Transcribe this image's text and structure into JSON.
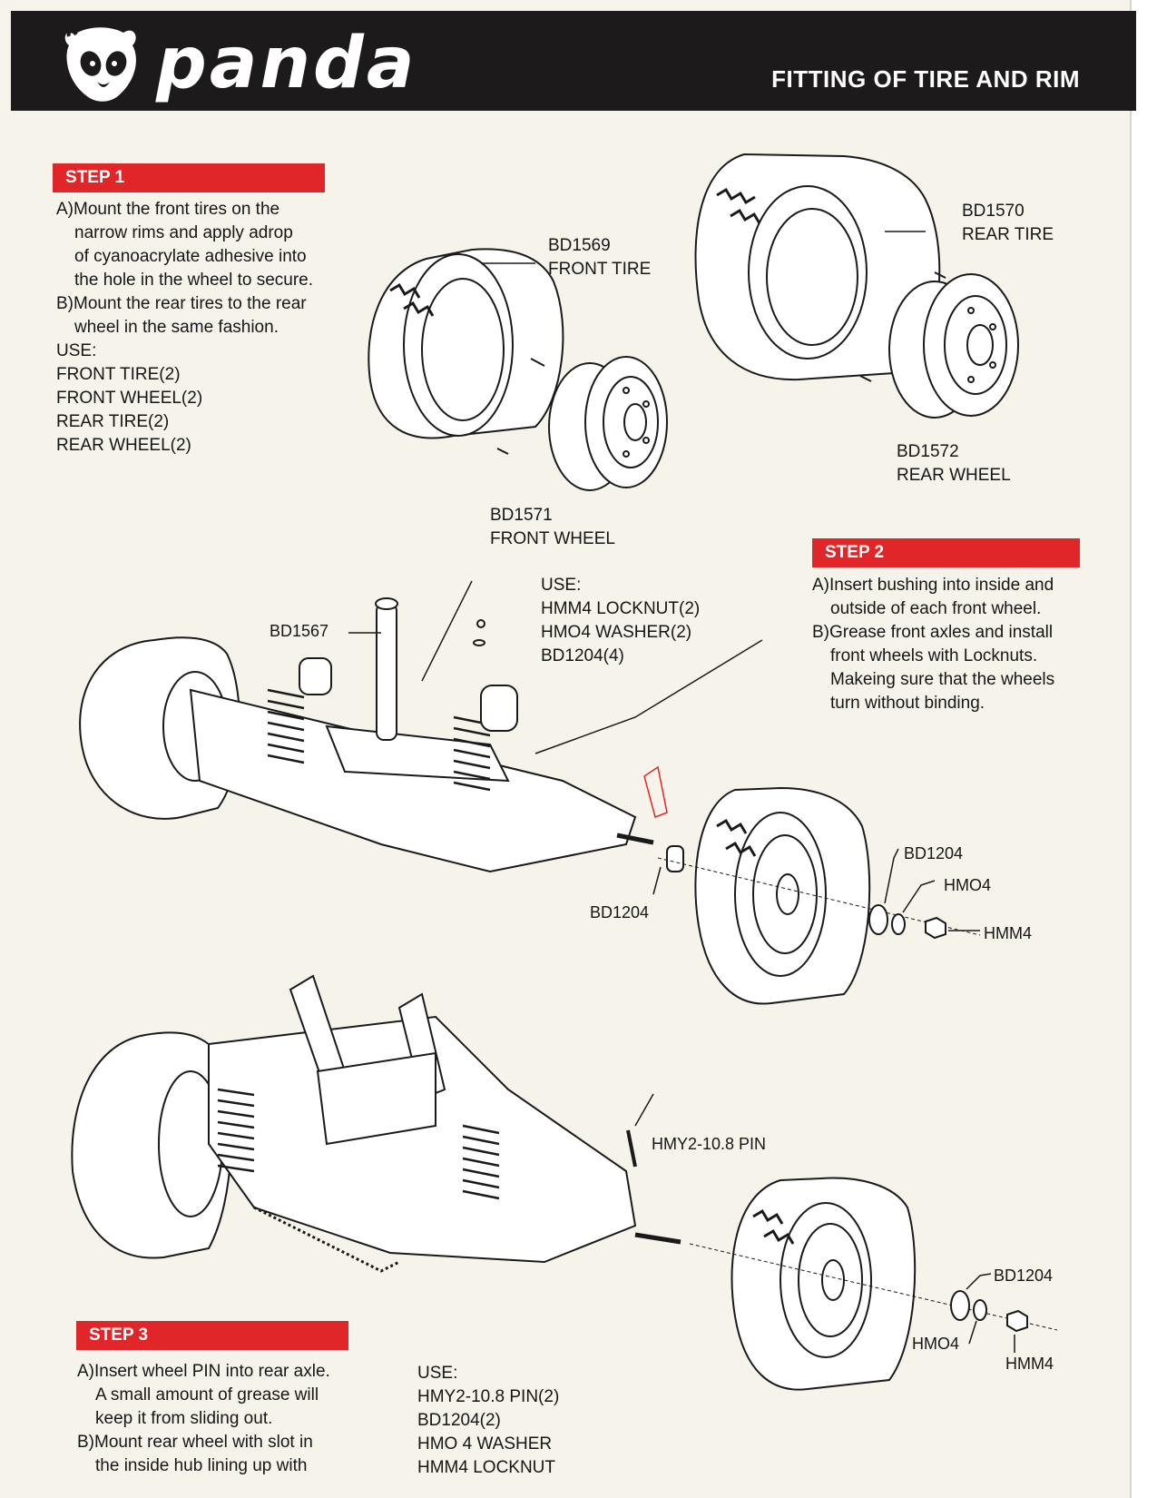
{
  "header": {
    "brand": "panda",
    "title": "FITTING OF TIRE AND RIM"
  },
  "step1": {
    "heading": "STEP 1",
    "lines": [
      "A)Mount  the  front  tires  on  the",
      "narrow rims and apply adrop",
      "of cyanoacrylate adhesive into",
      "the hole in the wheel to secure.",
      "B)Mount the rear tires to the rear",
      "wheel in the same fashion.",
      "USE:",
      "FRONT TIRE(2)",
      "FRONT WHEEL(2)",
      "REAR TIRE(2)",
      "REAR WHEEL(2)"
    ],
    "parts": {
      "front_tire_code": "BD1569",
      "front_tire_name": "FRONT TIRE",
      "front_wheel_code": "BD1571",
      "front_wheel_name": "FRONT WHEEL",
      "rear_tire_code": "BD1570",
      "rear_tire_name": "REAR TIRE",
      "rear_wheel_code": "BD1572",
      "rear_wheel_name": "REAR  WHEEL"
    }
  },
  "step2": {
    "heading": "STEP 2",
    "lines": [
      "A)Insert bushing into inside and",
      "outside of each front wheel.",
      "B)Grease front axles and install",
      "front  wheels  with  Locknuts.",
      "Makeing sure that the wheels",
      "turn without binding."
    ],
    "use": [
      "USE:",
      "HMM4 LOCKNUT(2)",
      "HMO4 WASHER(2)",
      "BD1204(4)"
    ],
    "labels": {
      "shock_tower": "BD1567",
      "bushing_inner": "BD1204",
      "bushing_outer": "BD1204",
      "washer": "HMO4",
      "locknut": "HMM4"
    }
  },
  "step3": {
    "heading": "STEP 3",
    "lines": [
      "A)Insert wheel PIN into rear axle.",
      "A small amount of grease  will",
      "keep it from sliding out.",
      "B)Mount rear wheel with slot in",
      "the inside hub lining up   with"
    ],
    "use": [
      "USE:",
      "HMY2-10.8 PIN(2)",
      "BD1204(2)",
      "HMO 4 WASHER",
      "HMM4 LOCKNUT"
    ],
    "labels": {
      "pin": "HMY2-10.8 PIN",
      "bushing": "BD1204",
      "washer": "HMO4",
      "locknut": "HMM4"
    }
  }
}
